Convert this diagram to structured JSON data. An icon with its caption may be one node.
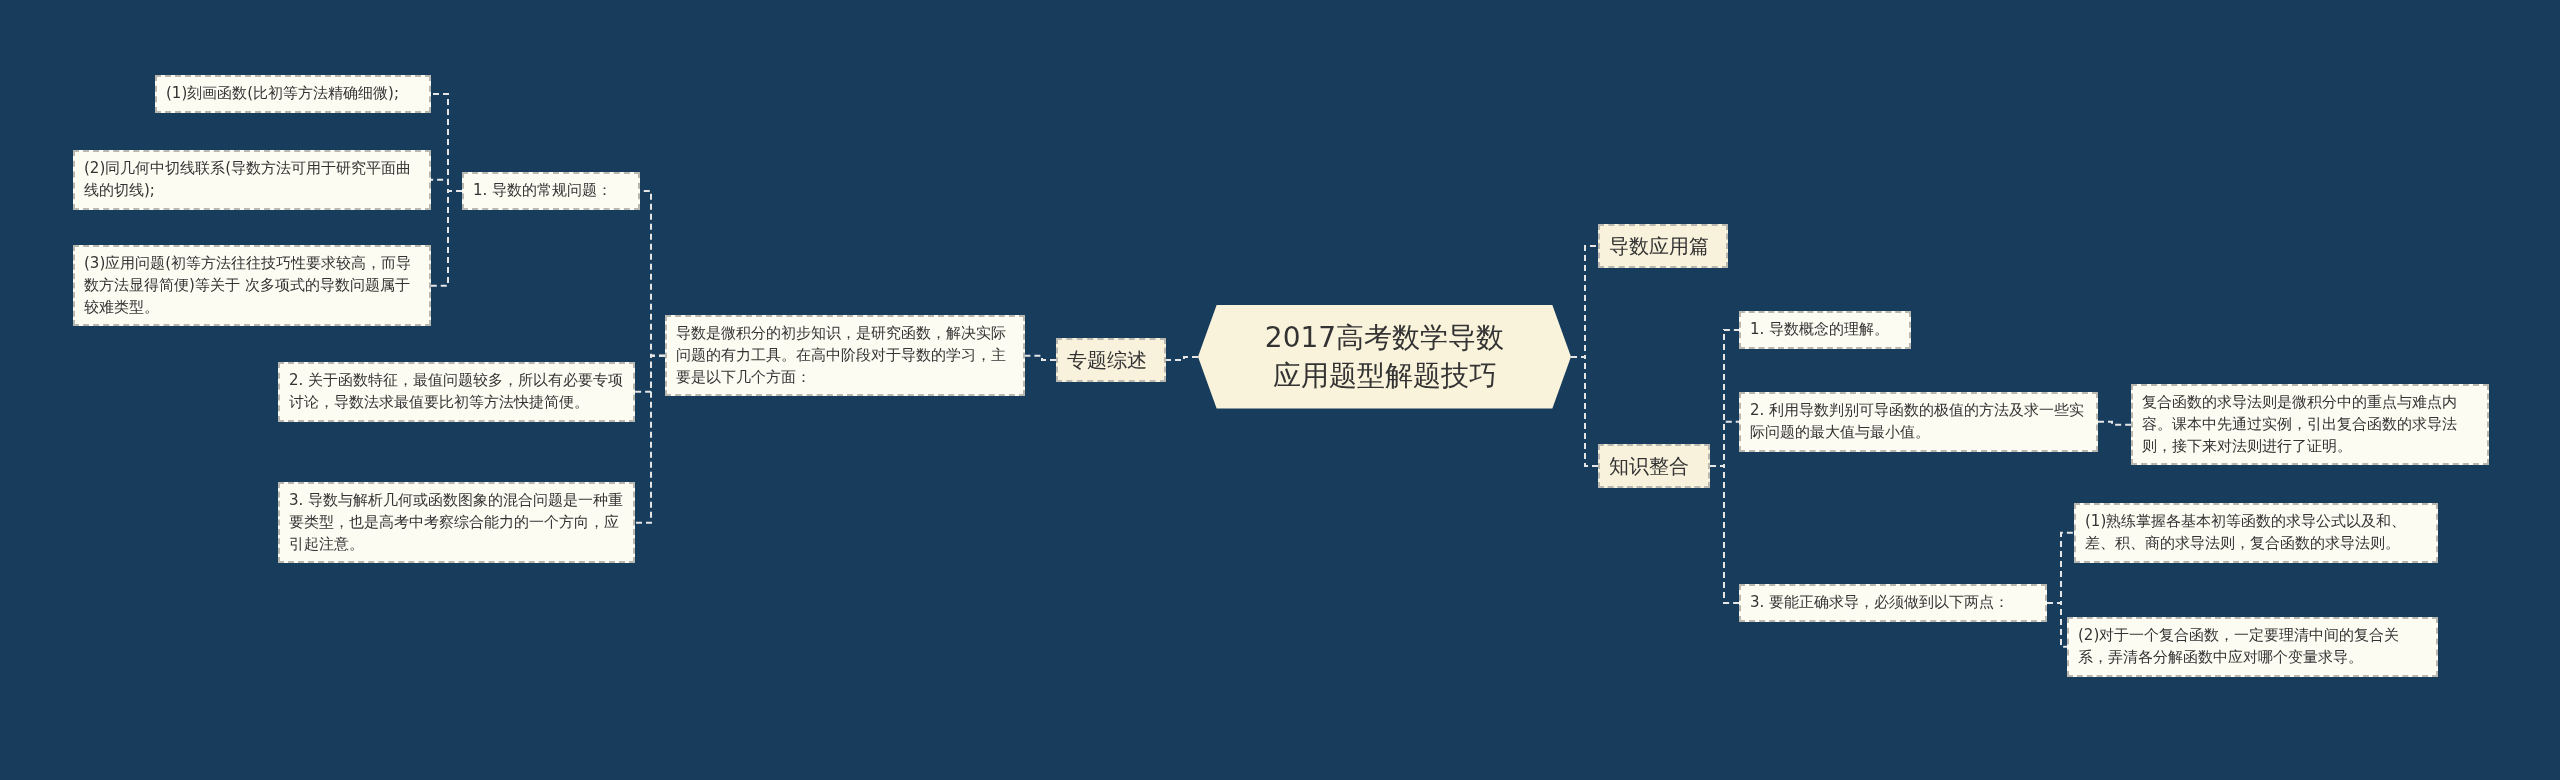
{
  "diagram": {
    "nodes": [
      {
        "text": [
          "2017高考数学导数应用题型解题技巧"
        ]
      },
      {
        "text": [
          "专题综述"
        ]
      },
      {
        "text": [
          "导数是微积分的初步知识，是研究函数，解决实际问题的有力工具。在高中阶段对于导数的学习，主要是以下几个方面："
        ]
      },
      {
        "text": [
          "1. 导数的常规问题："
        ]
      },
      {
        "text": [
          "(1)刻画函数(比初等方法精确细微);"
        ]
      },
      {
        "text": [
          "(2)同几何中切线联系(导数方法可用于研究平面曲线的切线);"
        ]
      },
      {
        "text": [
          "(3)应用问题(初等方法往往技巧性要求较高，而导数方法显得简便)等关于 次多项式的导数问题属于较难类型。"
        ]
      },
      {
        "text": [
          "2. 关于函数特征，最值问题较多，所以有必要专项讨论，导数法求最值要比初等方法快捷简便。"
        ]
      },
      {
        "text": [
          "3. 导数与解析几何或函数图象的混合问题是一种重要类型，也是高考中考察综合能力的一个方向，应引起注意。"
        ]
      },
      {
        "text": [
          "导数应用篇"
        ]
      },
      {
        "text": [
          "知识整合"
        ]
      },
      {
        "text": [
          "1. 导数概念的理解。"
        ]
      },
      {
        "text": [
          "2. 利用导数判别可导函数的极值的方法及求一些实际问题的最大值与最小值。"
        ]
      },
      {
        "text": [
          "复合函数的求导法则是微积分中的重点与难点内容。课本中先通过实例，引出复合函数的求导法则，接下来对法则进行了证明。"
        ]
      },
      {
        "text": [
          "3. 要能正确求导，必须做到以下两点："
        ]
      },
      {
        "text": [
          "(1)熟练掌握各基本初等函数的求导公式以及和、差、积、商的求导法则，复合函数的求导法则。"
        ]
      },
      {
        "text": [
          "(2)对于一个复合函数，一定要理清中间的复合关系，弄清各分解函数中应对哪个变量求导。"
        ]
      }
    ],
    "edges": [
      {
        "from": 0,
        "to": 1,
        "arrow": "none"
      },
      {
        "from": 1,
        "to": 2,
        "arrow": "none"
      },
      {
        "from": 2,
        "to": 3,
        "arrow": "none"
      },
      {
        "from": 3,
        "to": 4,
        "arrow": "none"
      },
      {
        "from": 3,
        "to": 5,
        "arrow": "none"
      },
      {
        "from": 3,
        "to": 6,
        "arrow": "none"
      },
      {
        "from": 2,
        "to": 7,
        "arrow": "none"
      },
      {
        "from": 2,
        "to": 8,
        "arrow": "none"
      },
      {
        "from": 0,
        "to": 9,
        "arrow": "none"
      },
      {
        "from": 0,
        "to": 10,
        "arrow": "none"
      },
      {
        "from": 10,
        "to": 11,
        "arrow": "none"
      },
      {
        "from": 10,
        "to": 12,
        "arrow": "none"
      },
      {
        "from": 12,
        "to": 13,
        "arrow": "none"
      },
      {
        "from": 10,
        "to": 14,
        "arrow": "none"
      },
      {
        "from": 14,
        "to": 15,
        "arrow": "none"
      },
      {
        "from": 14,
        "to": 16,
        "arrow": "none"
      }
    ]
  }
}
